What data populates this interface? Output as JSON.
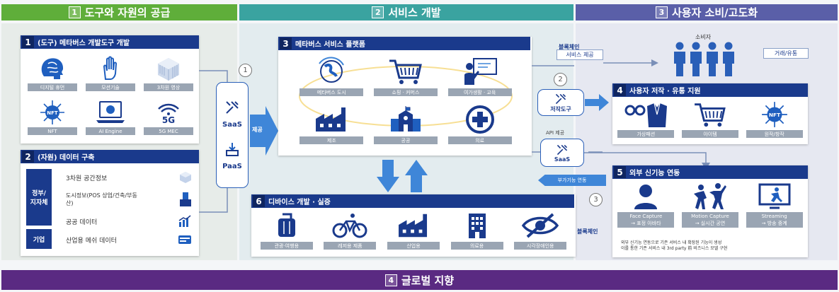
{
  "phases": [
    {
      "num": "1",
      "label": "도구와 자원의 공급",
      "color": "#5fae3a"
    },
    {
      "num": "2",
      "label": "서비스 개발",
      "color": "#3aa3a0"
    },
    {
      "num": "3",
      "label": "사용자 소비/고도화",
      "color": "#5a5fa8"
    }
  ],
  "bottom_bar": {
    "num": "4",
    "label": "글로벌 지향",
    "color": "#5a2a82"
  },
  "box1": {
    "num": "1",
    "title": "(도구) 메타버스 개발도구 개발",
    "items": [
      {
        "icon": "brain-icon",
        "label": "디지털 휴먼"
      },
      {
        "icon": "hand-icon",
        "label": "모션기술"
      },
      {
        "icon": "cube-icon",
        "label": "3차원 영상"
      },
      {
        "icon": "nft-icon",
        "label": "NFT"
      },
      {
        "icon": "laptop-icon",
        "label": "AI Engine"
      },
      {
        "icon": "wifi-5g-icon",
        "label": "5G MEC"
      }
    ],
    "fiveg": "5G"
  },
  "box2": {
    "num": "2",
    "title": "(자원) 데이터 구축",
    "left_labels": [
      "정부/\n지자체",
      "기업"
    ],
    "rows": [
      {
        "label": "3차원 공간정보",
        "icon": "cube-icon"
      },
      {
        "label": "도시정보(POS 상업/건축/부동산)",
        "icon": "building-icon"
      },
      {
        "label": "공공 데이터",
        "icon": "bar-chart-icon"
      },
      {
        "label": "산업용 메쉬 데이터",
        "icon": "database-icon"
      }
    ]
  },
  "connectors": {
    "saas": "SaaS",
    "paas": "PaaS",
    "circle1": "1",
    "provide": "제공",
    "circle2": "2",
    "tool": "저작도구",
    "api": "API 제공",
    "saas2": "SaaS",
    "circle3": "3",
    "blockchain1": "블록체인",
    "service": "서비스 제공",
    "blockchain2": "블록체인",
    "external": "부가기능 연동"
  },
  "box3": {
    "num": "3",
    "title": "메타버스 서비스 플랫폼",
    "items": [
      {
        "icon": "globe-icon",
        "label": "메타버스 도시"
      },
      {
        "icon": "cart-icon",
        "label": "쇼핑 · 커머스"
      },
      {
        "icon": "teacher-icon",
        "label": "여가생활 · 교육"
      },
      {
        "icon": "factory-icon",
        "label": "제조"
      },
      {
        "icon": "school-icon",
        "label": "공공"
      },
      {
        "icon": "medical-icon",
        "label": "의료"
      }
    ]
  },
  "consumer": {
    "label": "소비자",
    "trade": "거래/유통"
  },
  "box4": {
    "num": "4",
    "title": "사용자 저작 · 유통 지원",
    "items": [
      {
        "icon": "avatar-icon",
        "label": "가상패션"
      },
      {
        "icon": "cart-icon",
        "label": "아이템"
      },
      {
        "icon": "nft-icon",
        "label": "원작/창작"
      }
    ]
  },
  "box5": {
    "num": "5",
    "title": "외부 신기능 연동",
    "items": [
      {
        "icon": "person-icon",
        "label1": "Face Capture",
        "label2": "→ 표정 아바타"
      },
      {
        "icon": "dancers-icon",
        "label1": "Motion Capture",
        "label2": "→ 실시간 공연"
      },
      {
        "icon": "monitor-run-icon",
        "label1": "Streaming",
        "label2": "→ 방송 중계"
      }
    ],
    "note1": "외부 신기능 연동으로 기존 서비스 내 확장된 기능이 생성",
    "note2": "이를 통한 기존 서비스 내 3rd party 前 비즈니스 모델 구현"
  },
  "box6": {
    "num": "6",
    "title": "디바이스 개발 · 실증",
    "items": [
      {
        "icon": "luggage-icon",
        "label": "관광·여행용"
      },
      {
        "icon": "bicycle-icon",
        "label": "레저용 제품"
      },
      {
        "icon": "factory-icon",
        "label": "산업용"
      },
      {
        "icon": "office-icon",
        "label": "의료용"
      },
      {
        "icon": "eye-slash-icon",
        "label": "시각장애인용"
      }
    ]
  }
}
